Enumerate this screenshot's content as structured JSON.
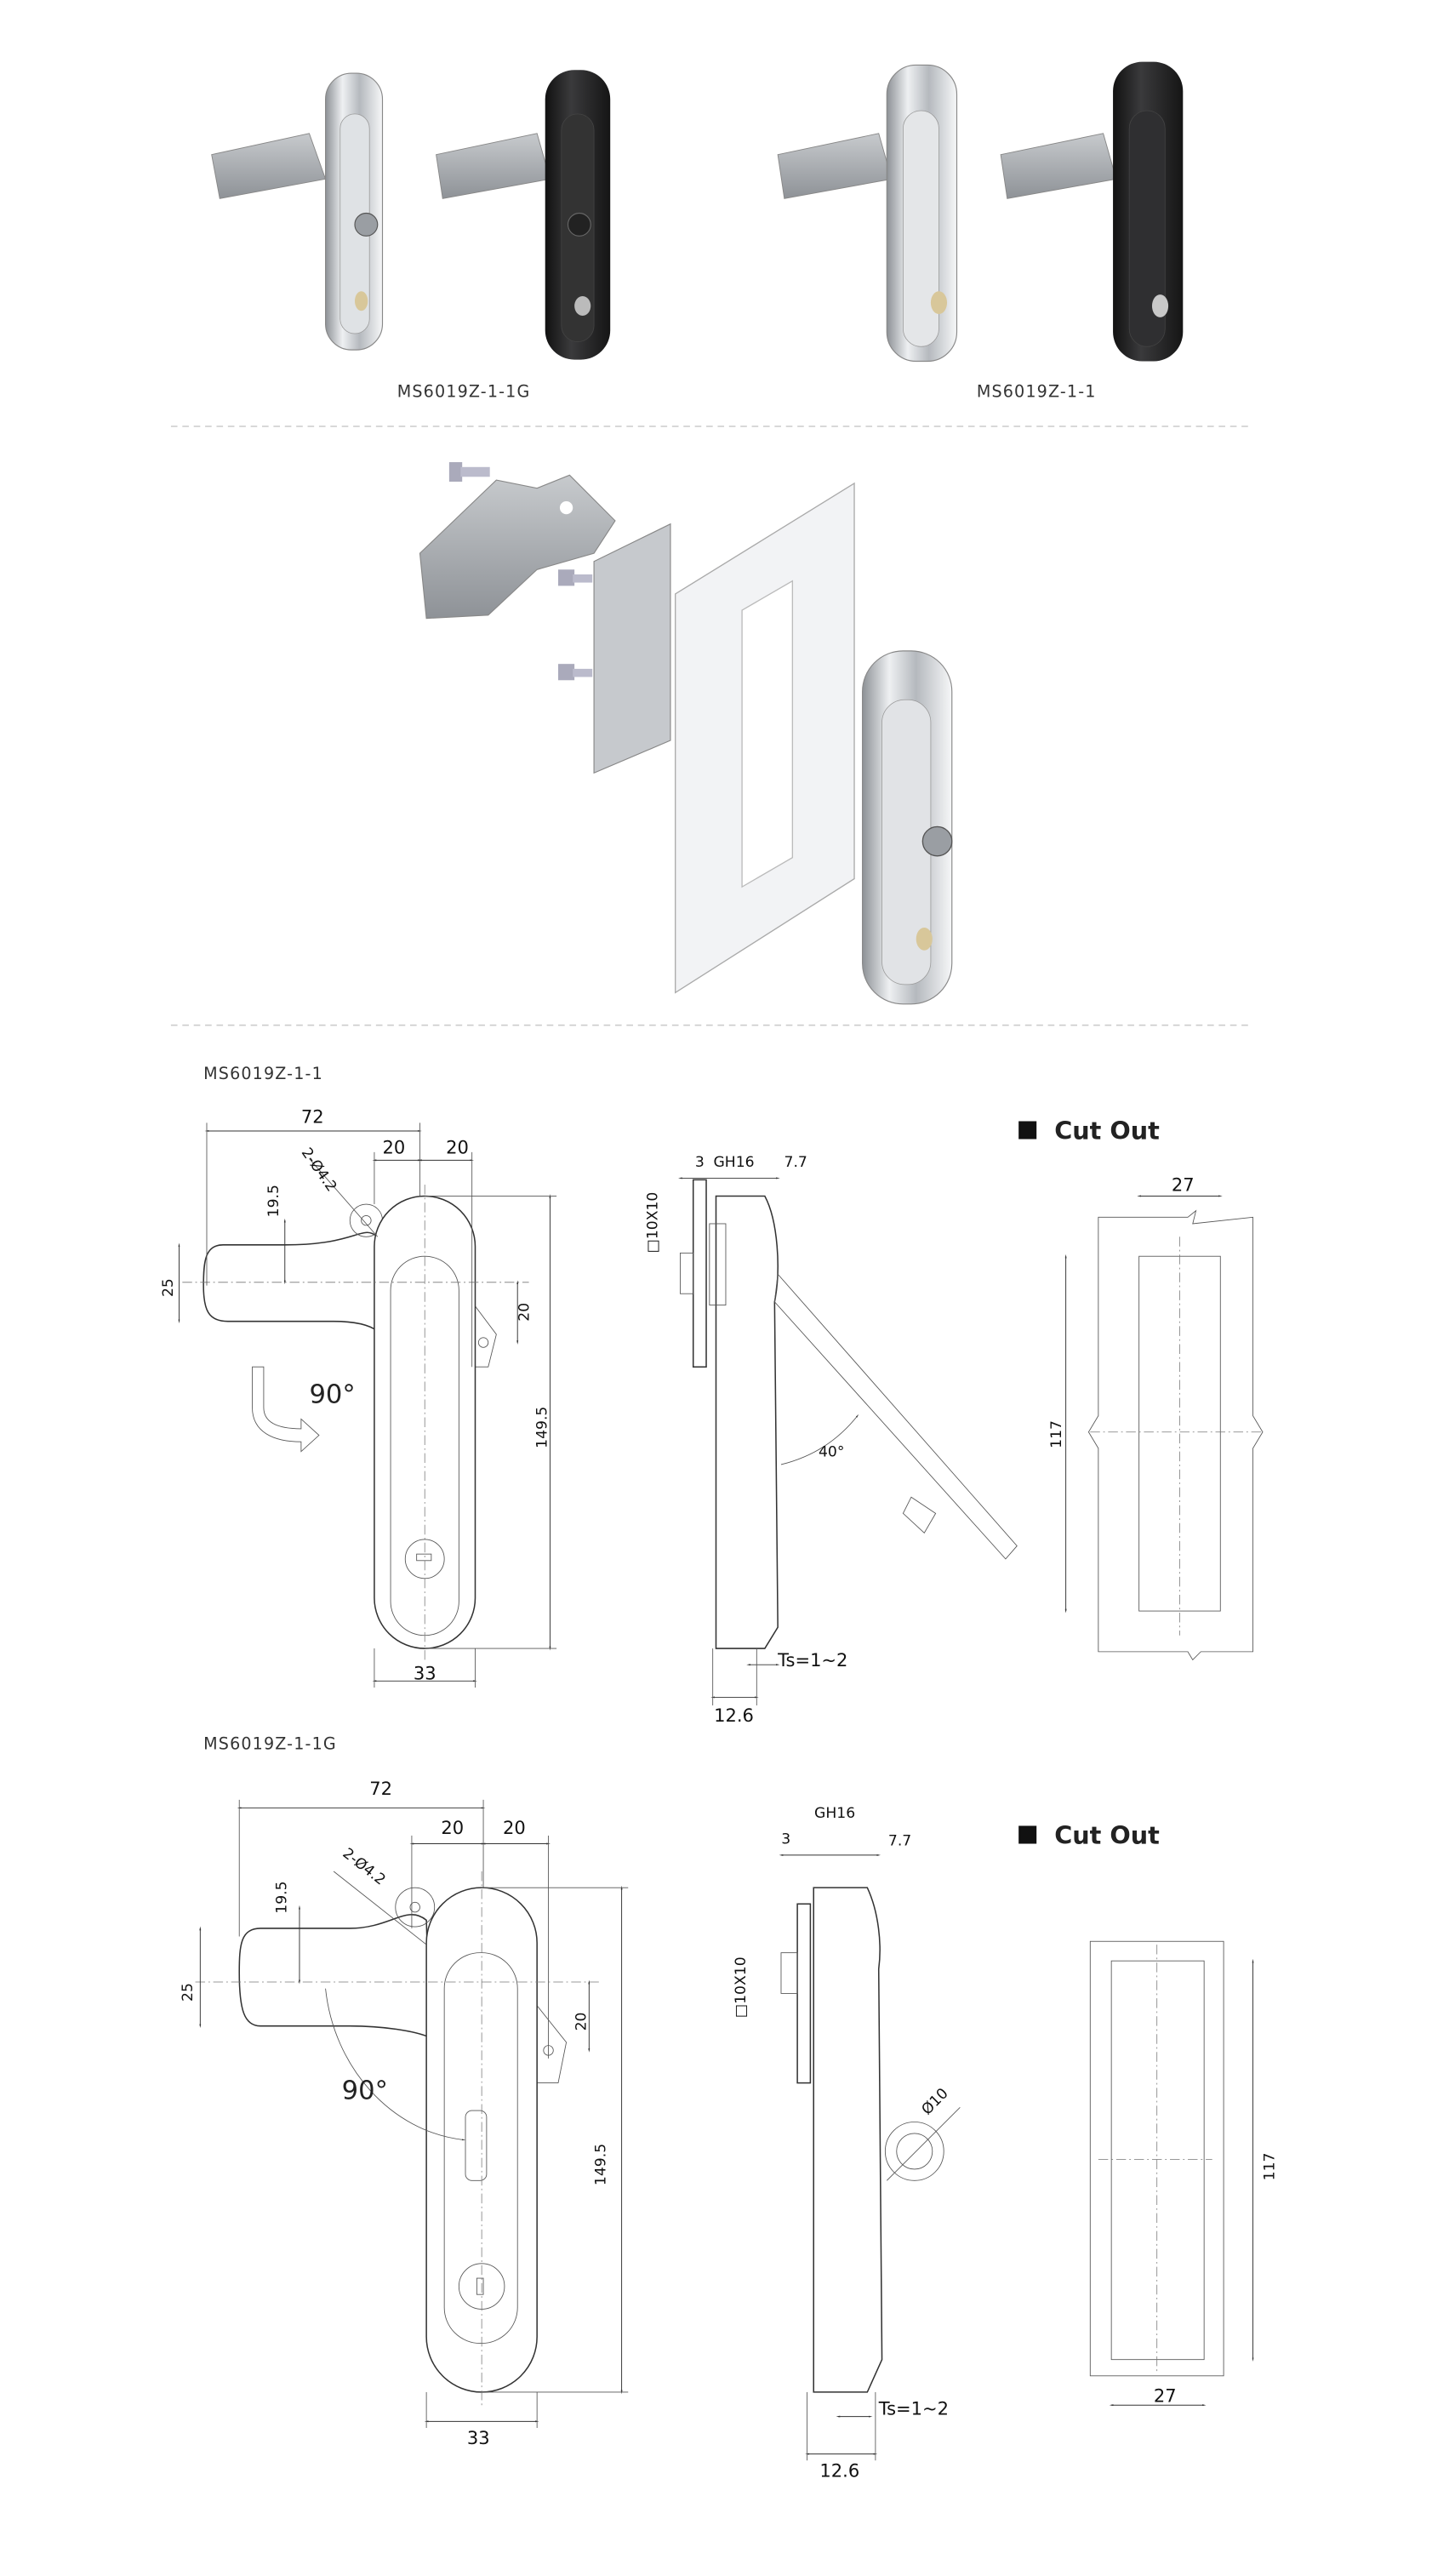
{
  "photos": {
    "caption_left": "MS6019Z-1-1G",
    "caption_right": "MS6019Z-1-1"
  },
  "drawing1": {
    "title": "MS6019Z-1-1",
    "dims": {
      "w72": "72",
      "w20a": "20",
      "w20b": "20",
      "hole": "2-Ø4.2",
      "d195": "19.5",
      "d25": "25",
      "d20": "20",
      "h1495": "149.5",
      "rot": "90°",
      "w33": "33"
    },
    "side": {
      "d3": "3",
      "gh16": "GH16",
      "d77": "7.7",
      "sq": "□10X10",
      "angle": "40°",
      "ts": "Ts=1~2",
      "d126": "12.6"
    },
    "cutout": {
      "title": "Cut Out",
      "w27": "27",
      "h117": "117"
    }
  },
  "drawing2": {
    "title": "MS6019Z-1-1G",
    "dims": {
      "w72": "72",
      "w20a": "20",
      "w20b": "20",
      "hole": "2-Ø4.2",
      "d195": "19.5",
      "d25": "25",
      "d20": "20",
      "h1495": "149.5",
      "rot": "90°",
      "w33": "33"
    },
    "side": {
      "d3": "3",
      "gh16": "GH16",
      "d77": "7.7",
      "sq": "□10X10",
      "dia": "Ø10",
      "ts": "Ts=1~2",
      "d126": "12.6"
    },
    "cutout": {
      "title": "Cut Out",
      "w27": "27",
      "h117": "117"
    }
  },
  "colors": {
    "chrome": "#c9ccd0",
    "black": "#2a2a2c",
    "panel": "#f2f3f5"
  }
}
